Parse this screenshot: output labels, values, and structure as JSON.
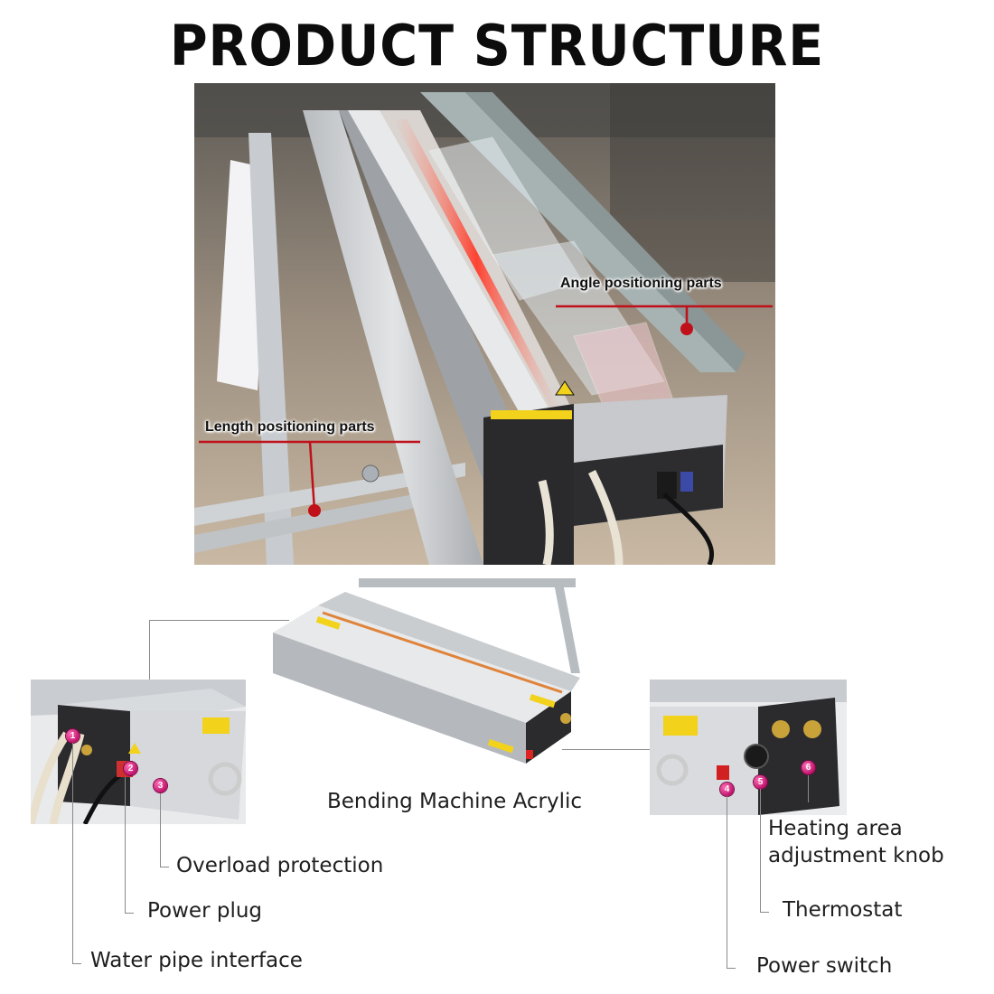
{
  "title": "PRODUCT STRUCTURE",
  "top_photo": {
    "callouts": {
      "angle": "Angle positioning parts",
      "length": "Length positioning parts"
    }
  },
  "bottom": {
    "center_label": "Bending Machine Acrylic",
    "left_labels": {
      "overload": "Overload protection",
      "plug": "Power plug",
      "water": "Water pipe interface"
    },
    "right_labels": {
      "heating": "Heating area",
      "heating2": "adjustment knob",
      "thermostat": "Thermostat",
      "switch": "Power switch"
    },
    "numbers": [
      "1",
      "2",
      "3",
      "4",
      "5",
      "6"
    ]
  },
  "colors": {
    "callout_red": "#c0101a",
    "marker_pink": "#c0126c",
    "warning_yellow": "#f2d21a"
  }
}
